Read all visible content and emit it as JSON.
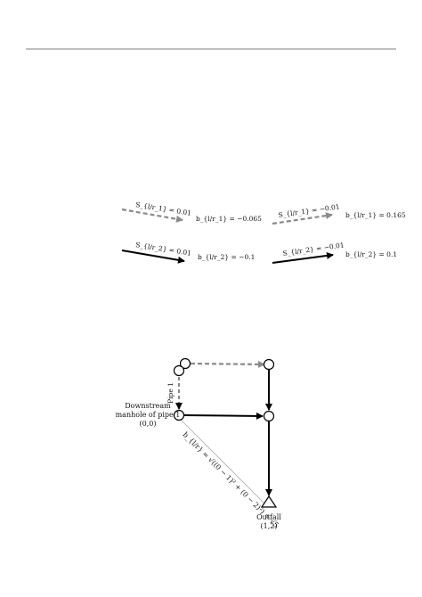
{
  "arrows_panel": {
    "top_left_slope": "S_{l/r_1} = 0.01",
    "top_left_b": "b_{l/r_1} = −0.065",
    "top_right_slope": "S_{l/r_1} = −0.01",
    "top_right_b": "b_{l/r_1} = 0.165",
    "bottom_left_slope": "S_{l/r_2} = 0.01",
    "bottom_left_b": "b_{l/r_2} = −0.1",
    "bottom_right_slope": "S_{l/r_2} = −0.01",
    "bottom_right_b": "b_{l/r_2} = 0.1"
  },
  "network": {
    "pipe_label": "Pipe 1",
    "downstream_label_line1": "Downstream",
    "downstream_label_line2": "manhole of pipe 1",
    "downstream_coord": "(0,0)",
    "outfall_label": "Outfall",
    "outfall_coord": "(1,2)",
    "distance_formula": "b_{l/r} = √((0 − 1)² + (0 − 2)²) = √5"
  },
  "colors": {
    "dashed_arrow": "#8a8a8a",
    "solid_arrow": "#000000",
    "rule": "#555555"
  }
}
